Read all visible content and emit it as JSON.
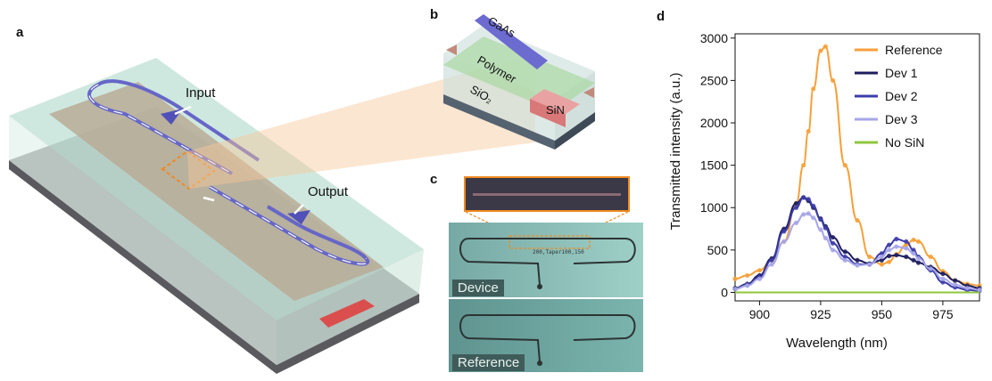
{
  "panels": {
    "a": "a",
    "b": "b",
    "c": "c",
    "d": "d"
  },
  "panel_a": {
    "input_label": "Input",
    "output_label": "Output"
  },
  "panel_b": {
    "layers": [
      "GaAs",
      "Polymer",
      "SiO₂",
      "SiN"
    ]
  },
  "panel_c": {
    "device_label": "Device",
    "reference_label": "Reference",
    "tiny_caption": "200,Taper100,150"
  },
  "colors": {
    "Reference": "#f5a03a",
    "Dev 1": "#1d1d5e",
    "Dev 2": "#3c3ca8",
    "Dev 3": "#a6a6e8",
    "No SiN": "#8fc73e",
    "waveguide": "#6666c8"
  },
  "chart_data": {
    "type": "line",
    "xlabel": "Wavelength (nm)",
    "ylabel": "Transmitted intensity (a.u.)",
    "xlim": [
      890,
      990
    ],
    "ylim": [
      -100,
      3050
    ],
    "xticks": [
      900,
      925,
      950,
      975
    ],
    "yticks": [
      0,
      500,
      1000,
      1500,
      2000,
      2500,
      3000
    ],
    "legend_position": "top-right",
    "x": [
      890,
      895,
      900,
      905,
      910,
      915,
      918,
      920,
      922,
      925,
      927,
      930,
      935,
      940,
      945,
      950,
      953,
      956,
      960,
      963,
      965,
      970,
      975,
      980,
      985,
      990
    ],
    "series": [
      {
        "name": "Reference",
        "values": [
          160,
          200,
          260,
          380,
          600,
          1050,
          1500,
          1900,
          2400,
          2850,
          2900,
          2500,
          1500,
          850,
          420,
          330,
          360,
          450,
          560,
          620,
          600,
          420,
          250,
          140,
          100,
          80
        ]
      },
      {
        "name": "Dev 1",
        "values": [
          50,
          100,
          200,
          400,
          750,
          1050,
          1120,
          1080,
          1000,
          870,
          780,
          650,
          480,
          380,
          340,
          380,
          430,
          440,
          420,
          380,
          350,
          300,
          220,
          140,
          80,
          50
        ]
      },
      {
        "name": "Dev 2",
        "values": [
          40,
          90,
          180,
          380,
          720,
          1000,
          1120,
          1100,
          1020,
          860,
          760,
          580,
          420,
          330,
          330,
          460,
          560,
          630,
          600,
          500,
          420,
          260,
          120,
          60,
          30,
          20
        ]
      },
      {
        "name": "Dev 3",
        "values": [
          40,
          80,
          160,
          330,
          600,
          820,
          920,
          930,
          880,
          740,
          640,
          500,
          380,
          320,
          330,
          420,
          500,
          540,
          520,
          460,
          400,
          280,
          160,
          90,
          50,
          30
        ]
      },
      {
        "name": "No SiN",
        "values": [
          0,
          0,
          0,
          0,
          0,
          0,
          0,
          0,
          0,
          0,
          0,
          0,
          0,
          0,
          0,
          0,
          0,
          0,
          0,
          0,
          0,
          0,
          0,
          0,
          0,
          0
        ]
      }
    ]
  }
}
